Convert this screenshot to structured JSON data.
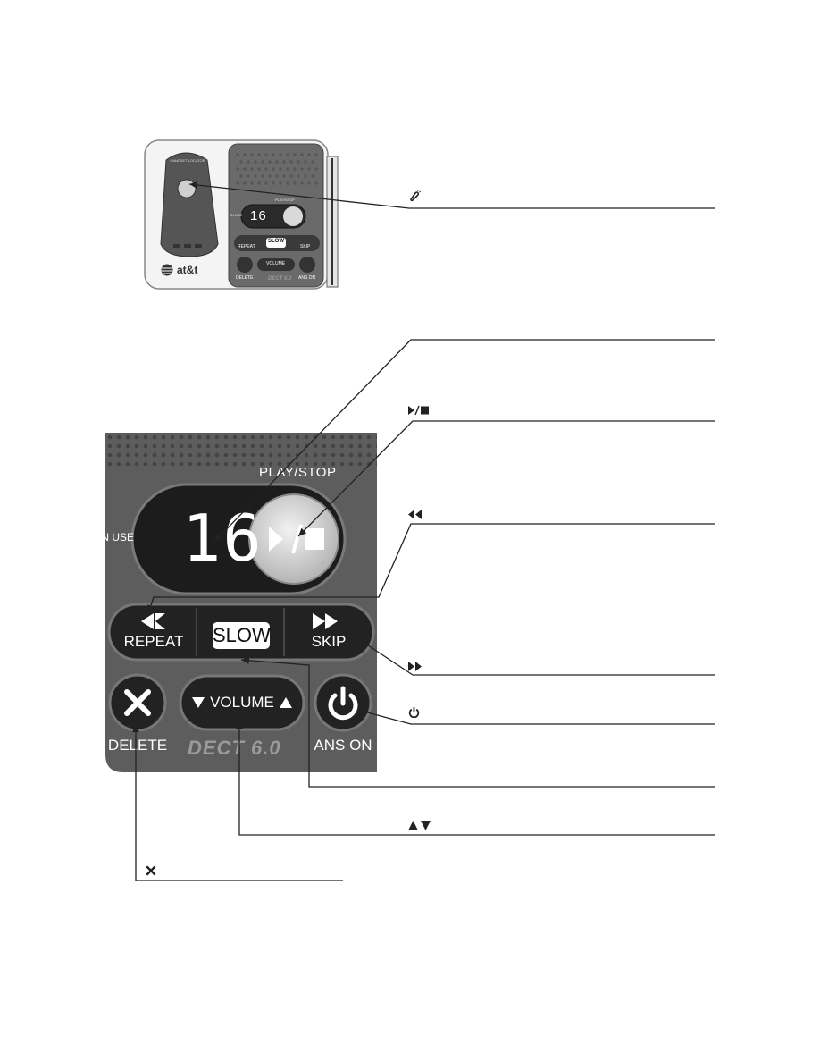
{
  "small_unit": {
    "brand": "at&t",
    "handset_locator_label": "HANDSET LOCATOR",
    "play_stop_label": "PLAY/STOP",
    "in_use_label": "IN USE",
    "counter": "16",
    "repeat_label": "REPEAT",
    "slow_label": "SLOW",
    "skip_label": "SKIP",
    "volume_label": "VOLUME",
    "delete_label": "DELETE",
    "ans_on_label": "ANS ON",
    "dect_logo": "DECT 6.0"
  },
  "large_panel": {
    "play_stop_label": "PLAY/STOP",
    "in_use_label": "IN USE",
    "counter": "16",
    "repeat_label": "REPEAT",
    "slow_label": "SLOW",
    "skip_label": "SKIP",
    "volume_label": "VOLUME",
    "delete_label": "DELETE",
    "ans_on_label": "ANS ON",
    "dect_logo": "DECT 6.0"
  },
  "callouts": [
    {
      "icon": "handset-locator-icon",
      "text": ""
    },
    {
      "icon": "",
      "text": ""
    },
    {
      "icon": "play-stop-icon",
      "text": ""
    },
    {
      "icon": "repeat-icon",
      "text": ""
    },
    {
      "icon": "skip-icon",
      "text": ""
    },
    {
      "icon": "power-icon",
      "text": ""
    },
    {
      "icon": "",
      "text": ""
    },
    {
      "icon": "volume-icon",
      "text": ""
    },
    {
      "icon": "delete-icon",
      "text": ""
    }
  ],
  "colors": {
    "panel_dark": "#5a5a5a",
    "panel_darker": "#2f2f2f",
    "display_digits": "#ffffff",
    "button_light": "#d8d8d8",
    "line": "#222222"
  }
}
